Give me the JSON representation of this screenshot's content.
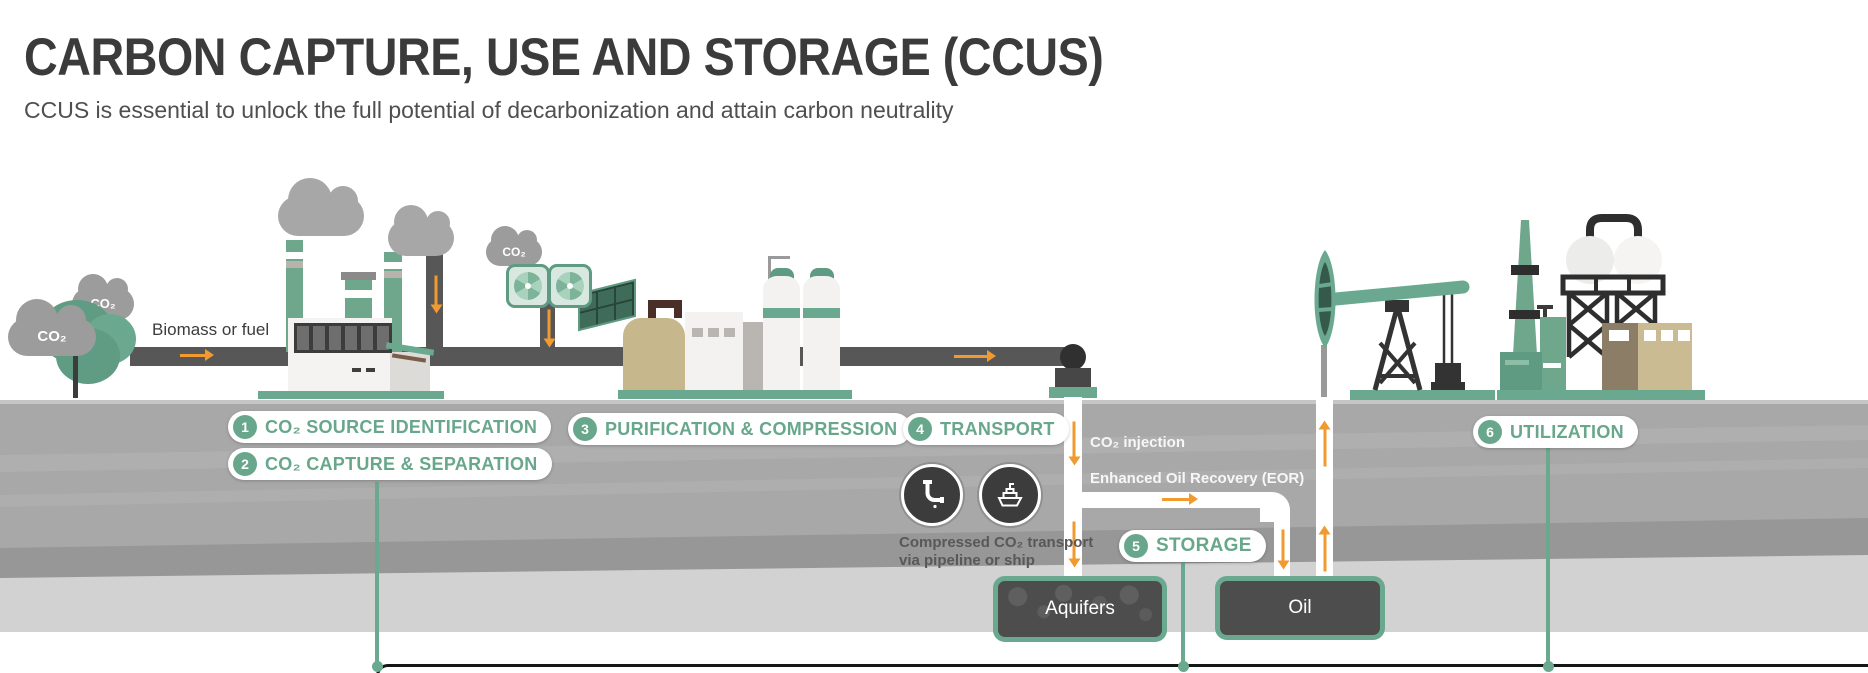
{
  "header": {
    "title": "CARBON CAPTURE, USE AND STORAGE (CCUS)",
    "subtitle": "CCUS is essential to unlock the full potential of decarbonization and attain carbon neutrality"
  },
  "steps": [
    {
      "number": "1",
      "label": "CO₂ SOURCE IDENTIFICATION"
    },
    {
      "number": "2",
      "label": "CO₂ CAPTURE & SEPARATION"
    },
    {
      "number": "3",
      "label": "PURIFICATION & COMPRESSION"
    },
    {
      "number": "4",
      "label": "TRANSPORT"
    },
    {
      "number": "5",
      "label": "STORAGE"
    },
    {
      "number": "6",
      "label": "UTILIZATION"
    }
  ],
  "labels": {
    "co2_cloud": "CO₂",
    "biomass": "Biomass or fuel",
    "co2_injection": "CO₂ injection",
    "eor": "Enhanced Oil Recovery (EOR)",
    "transport_caption_line1": "Compressed CO₂ transport",
    "transport_caption_line2": "via pipeline or ship",
    "aquifers": "Aquifers",
    "oil": "Oil"
  },
  "colors": {
    "accent_green": "#68a78c",
    "arrow_orange": "#f09a2f",
    "pipe_dark": "#575757",
    "ground_gray": "#a8a8a8",
    "reservoir_dark": "#4d4d4d",
    "cloud_gray": "#9c9c9c"
  }
}
